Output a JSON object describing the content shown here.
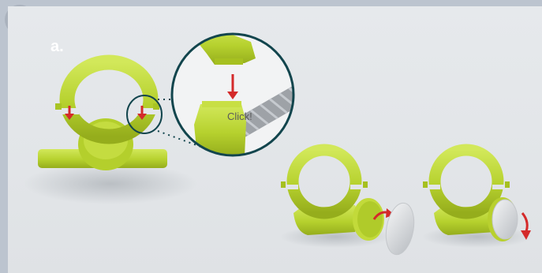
{
  "step": {
    "label": "a."
  },
  "zoom": {
    "caption": "Click!"
  },
  "colors": {
    "accent_green": "#b8d431",
    "arrow_red": "#d42a2a",
    "zoom_border": "#12454d",
    "disc": "#d5d8dc"
  },
  "icons": {
    "step_marker": "circle",
    "down_arrow": "arrow-down-icon",
    "curved_arrow": "curved-arrow-icon"
  }
}
